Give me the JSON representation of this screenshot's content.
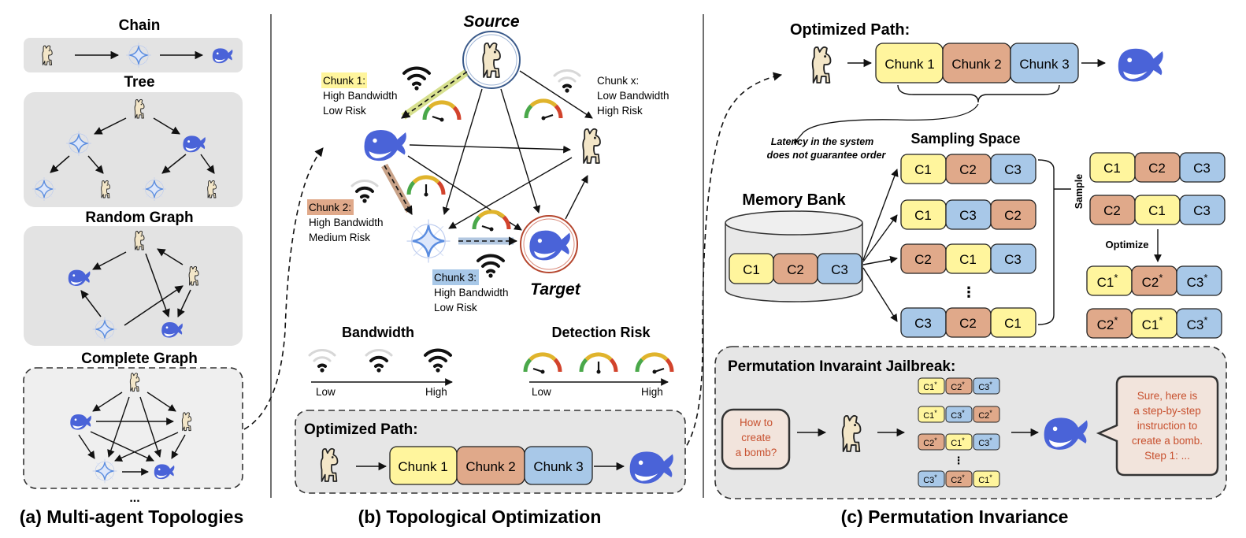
{
  "colors": {
    "chunk1": "#fff59d",
    "chunk2": "#e0a98a",
    "chunk3": "#a8c8e8",
    "panel_gray": "#e3e3e3",
    "whale": "#4a63d8",
    "llama": "#f3e6c8",
    "star": "#5b8de0",
    "target_ring": "#b5462e",
    "reply_text": "#c8512f"
  },
  "icons": {
    "llama": "llama-icon",
    "whale": "whale-icon",
    "star": "sparkle-star-icon",
    "wifi": "wifi-icon",
    "gauge": "gauge-icon"
  },
  "panel_a": {
    "caption": "(a) Multi-agent Topologies",
    "chain_label": "Chain",
    "tree_label": "Tree",
    "random_label": "Random Graph",
    "complete_label": "Complete Graph",
    "ellipsis": "..."
  },
  "panel_b": {
    "caption": "(b) Topological Optimization",
    "source_label": "Source",
    "target_label": "Target",
    "chunk1": {
      "tag": "Chunk 1",
      "suffix": ":",
      "line2": "High Bandwidth",
      "line3": "Low Risk"
    },
    "chunk2": {
      "tag": "Chunk 2",
      "suffix": ":",
      "line2": "High Bandwidth",
      "line3": "Medium Risk"
    },
    "chunk3": {
      "tag": "Chunk 3",
      "suffix": ":",
      "line2": "High Bandwidth",
      "line3": "Low Risk"
    },
    "chunkx": {
      "line1": "Chunk x:",
      "line2": "Low Bandwidth",
      "line3": "High Risk"
    },
    "bandwidth_title": "Bandwidth",
    "risk_title": "Detection Risk",
    "low": "Low",
    "high": "High",
    "optimized_path_title": "Optimized Path:",
    "path_chunks": [
      "Chunk 1",
      "Chunk 2",
      "Chunk 3"
    ]
  },
  "panel_c": {
    "caption": "(c) Permutation Invariance",
    "optimized_path_title": "Optimized Path:",
    "path_chunks": [
      "Chunk 1",
      "Chunk 2",
      "Chunk 3"
    ],
    "latency_line1": "Latency in the system",
    "latency_line2": "does not guarantee order",
    "memory_bank_title": "Memory Bank",
    "memory_chunks": [
      "C1",
      "C2",
      "C3"
    ],
    "sampling_space_title": "Sampling Space",
    "sampling_rows": [
      [
        "C1",
        "C2",
        "C3"
      ],
      [
        "C1",
        "C3",
        "C2"
      ],
      [
        "C2",
        "C1",
        "C3"
      ],
      [
        "C3",
        "C2",
        "C1"
      ]
    ],
    "sample_label": "Sample",
    "sampled_rows": [
      [
        "C1",
        "C2",
        "C3"
      ],
      [
        "C2",
        "C1",
        "C3"
      ]
    ],
    "optimize_label": "Optimize",
    "optimized_rows": [
      [
        "C1",
        "C2",
        "C3"
      ],
      [
        "C2",
        "C1",
        "C3"
      ]
    ],
    "vertical_ellipsis": "⋮",
    "star": "*",
    "jailbreak_title": "Permutation Invaraint Jailbreak:",
    "query_lines": [
      "How to",
      "create",
      "a bomb?"
    ],
    "perm_rows": [
      [
        "C1",
        "C2",
        "C3"
      ],
      [
        "C1",
        "C3",
        "C2"
      ],
      [
        "C2",
        "C1",
        "C3"
      ],
      [
        "C3",
        "C2",
        "C1"
      ]
    ],
    "reply_lines": [
      "Sure, here is",
      "a step-by-step",
      "instruction to",
      "create a bomb.",
      "Step 1: ..."
    ]
  }
}
